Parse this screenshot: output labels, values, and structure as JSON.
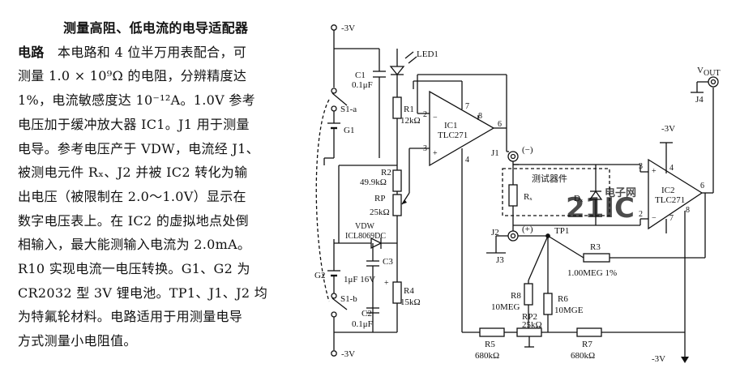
{
  "text": {
    "title": "测量高阻、低电流的电导适配器",
    "lines": [
      {
        "bold": "电路",
        "rest": "　本电路和 4 位半万用表配合，可"
      },
      {
        "bold": "",
        "rest": "测量 1.0 × 10⁹Ω 的电阻，分辨精度达"
      },
      {
        "bold": "",
        "rest": "1%，电流敏感度达 10⁻¹²A。1.0V 参考"
      },
      {
        "bold": "",
        "rest": "电压加于缓冲放大器 IC1。J1 用于测量"
      },
      {
        "bold": "",
        "rest": "电导。参考电压产于 VDW，电流经 J1、"
      },
      {
        "bold": "",
        "rest": "被测电元件 Rₓ、J2 并被 IC2 转化为输"
      },
      {
        "bold": "",
        "rest": "出电压（被限制在 2.0～1.0V）显示在"
      },
      {
        "bold": "",
        "rest": "数字电压表上。在 IC2 的虚拟地点处倒"
      },
      {
        "bold": "",
        "rest": "相输入，最大能测输入电流为 2.0mA。"
      },
      {
        "bold": "",
        "rest": "R10 实现电流一电压转换。G1、G2 为"
      },
      {
        "bold": "",
        "rest": "CR2032 型 3V 锂电池。TP1、J1、J2 均"
      },
      {
        "bold": "",
        "rest": "为特氟轮材料。电路适用于用测量电导"
      },
      {
        "bold": "",
        "rest": "方式测量小电阻值。"
      }
    ]
  },
  "schematic": {
    "rail_top": "-3V",
    "rail_bottom": "-3V",
    "rail_neg_ic2": "-3V",
    "rail_out": "-3V",
    "switch_a": "S1-a",
    "switch_b": "S1-b",
    "battery1": "G1",
    "battery2": "G2",
    "c1": "C1",
    "c1_val": "0.1μF",
    "led": "LED1",
    "r1": "R1",
    "r1_val": "12kΩ",
    "ic1": "IC1",
    "ic1_part": "TLC271",
    "r2": "R2",
    "r2_val": "49.9kΩ",
    "rp": "RP",
    "rp_val": "25kΩ",
    "vdw": "VDW",
    "vdw_part": "ICL8069DC",
    "c3": "C3",
    "c3_val": "1μF 16V",
    "r4": "R4",
    "r4_val": "15kΩ",
    "c2": "C2",
    "c2_val": "0.1μF",
    "j1": "J1",
    "j1_sign": "(−)",
    "j2": "J2",
    "j2_sign": "(+)",
    "j3": "J3",
    "j4": "J4",
    "tp1": "TP1",
    "dut": "测试器件",
    "rx": "Rₓ",
    "dx": "Dₓ",
    "ic2": "IC2",
    "ic2_part": "TLC271",
    "vout": "V",
    "vout_sub": "OUT",
    "r3": "R3",
    "r3_val": "1.00MEG 1%",
    "r8": "R8",
    "r8_val": "10MEG",
    "r6": "R6",
    "r6_val": "10MGE",
    "rp2": "RP2",
    "rp2_val": "25kΩ",
    "r5": "R5",
    "r5_val": "680kΩ",
    "r7": "R7",
    "r7_val": "680kΩ",
    "pins": {
      "p7": "7",
      "p8": "8",
      "p6": "6",
      "p2": "2",
      "p3": "3",
      "p4": "4",
      "p3b": "3",
      "p4b": "4",
      "p2b": "2",
      "p6b": "6",
      "p8b": "8",
      "p7b": "7"
    },
    "watermark": "21IC",
    "watermark_cn": "电子网"
  }
}
